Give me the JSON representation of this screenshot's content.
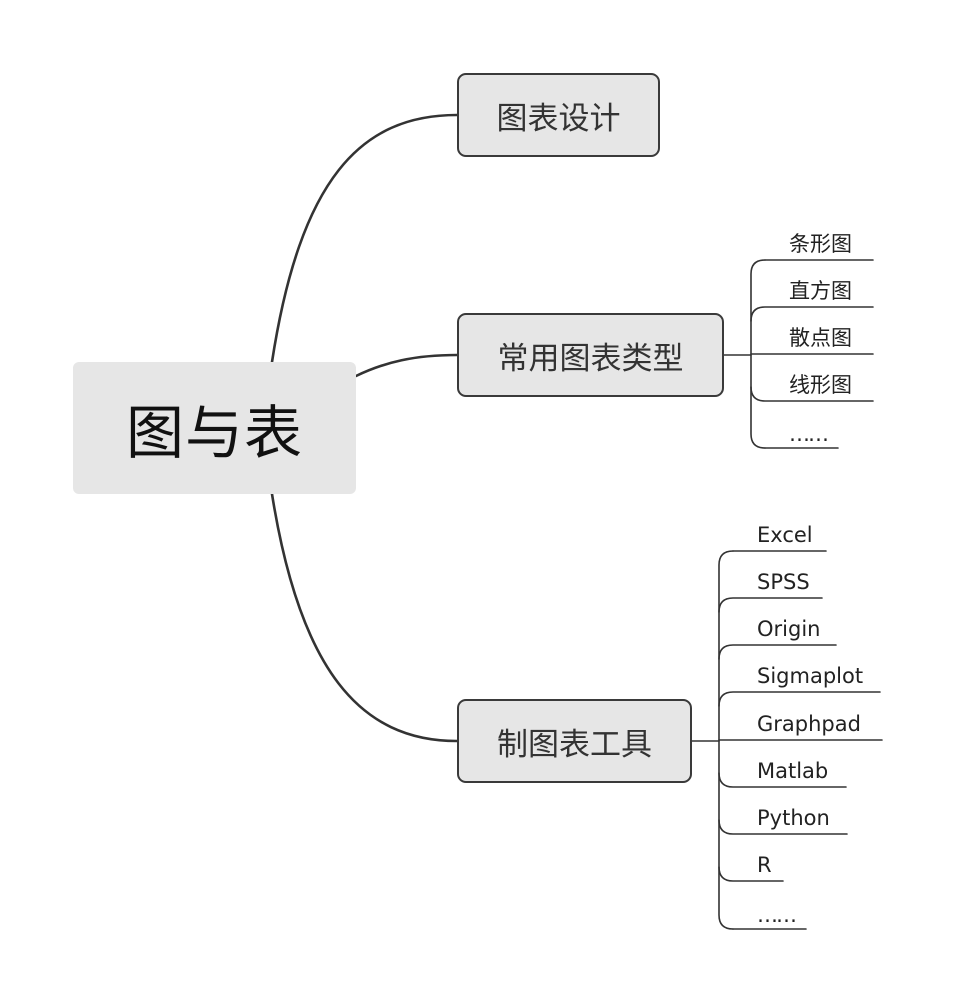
{
  "root": {
    "label": "图与表"
  },
  "branches": [
    {
      "label": "图表设计",
      "children": []
    },
    {
      "label": "常用图表类型",
      "children": [
        "条形图",
        "直方图",
        "散点图",
        "线形图",
        "……"
      ]
    },
    {
      "label": "制图表工具",
      "children": [
        "Excel",
        "SPSS",
        "Origin",
        "Sigmaplot",
        "Graphpad",
        "Matlab",
        "Python",
        "R",
        "……"
      ]
    }
  ]
}
